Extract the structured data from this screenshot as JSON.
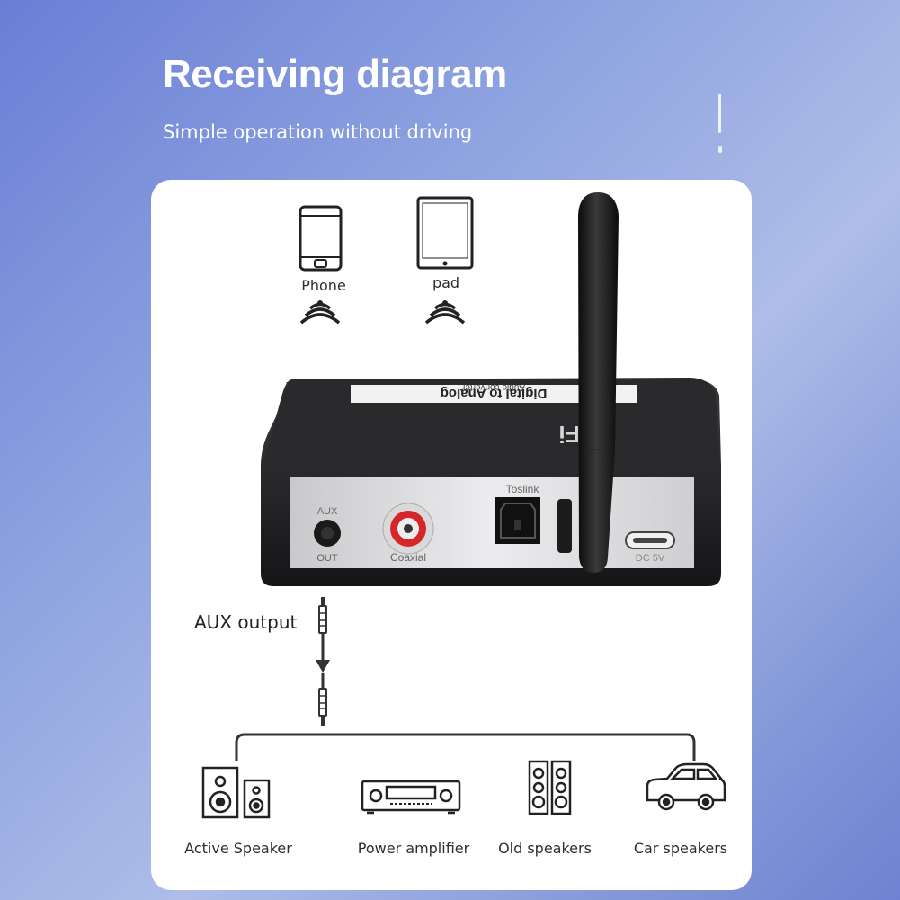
{
  "header": {
    "title": "Receiving diagram",
    "subtitle": "Simple operation without driving"
  },
  "sources": [
    {
      "label": "Phone",
      "icon": "phone-icon"
    },
    {
      "label": "pad",
      "icon": "tablet-icon"
    }
  ],
  "device": {
    "brand": "HiFi",
    "product_line_1": "Digital to Analog",
    "product_line_2": "Audio converter",
    "ports": {
      "aux_top": "AUX",
      "aux_bottom": "OUT",
      "coaxial": "Coaxial",
      "toslink": "Toslink",
      "dc": "DC 5V"
    }
  },
  "cable": {
    "label": "AUX output"
  },
  "outputs": [
    {
      "label": "Active Speaker",
      "icon": "active-speaker-icon"
    },
    {
      "label": "Power amplifier",
      "icon": "power-amplifier-icon"
    },
    {
      "label": "Old speakers",
      "icon": "old-speakers-icon"
    },
    {
      "label": "Car speakers",
      "icon": "car-icon"
    }
  ],
  "colors": {
    "background": "#7b8fdc",
    "card": "#ffffff",
    "device_body": "#1f1f21",
    "port_panel": "#d9d9db",
    "coaxial_red": "#d6262a"
  }
}
